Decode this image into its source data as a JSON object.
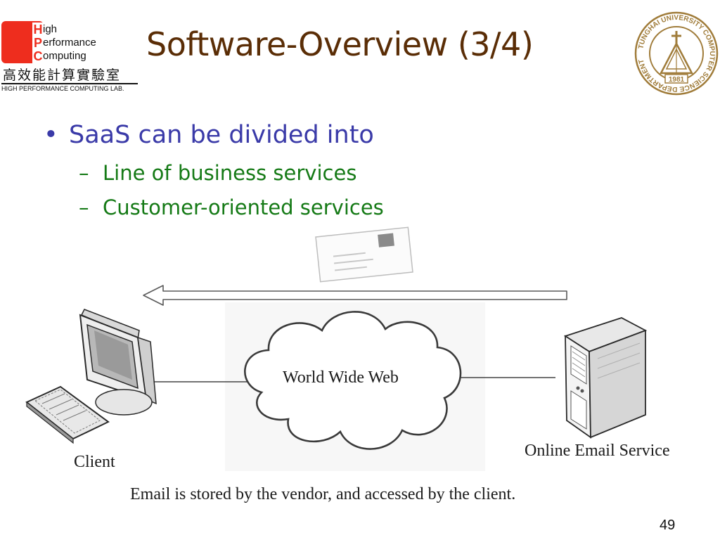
{
  "logo": {
    "letters": [
      "H",
      "P",
      "C"
    ],
    "lines": [
      "igh",
      "erformance",
      "omputing"
    ],
    "cjk": "高效能計算實驗室",
    "lab": "HIGH PERFORMANCE COMPUTING LAB.",
    "brand_color": "#ee2d1e"
  },
  "slide": {
    "title": "Software-Overview (3/4)",
    "bullet": "SaaS can be divided into",
    "subbullets": [
      "Line of business services",
      "Customer-oriented services"
    ],
    "page_number": "49"
  },
  "seal": {
    "text_top": "TUNGHAI UNIVERSITY COMPUTER SCIENCE DEPARTMENT",
    "year": "1981",
    "color": "#a07c3a"
  },
  "diagram": {
    "cloud_label": "World Wide Web",
    "client_label": "Client",
    "server_label": "Online Email Service",
    "caption": "Email is stored by the vendor, and accessed by the client."
  },
  "colors": {
    "title": "#5a2d06",
    "bullet": "#3a3aa8",
    "subbullet": "#157a16"
  }
}
